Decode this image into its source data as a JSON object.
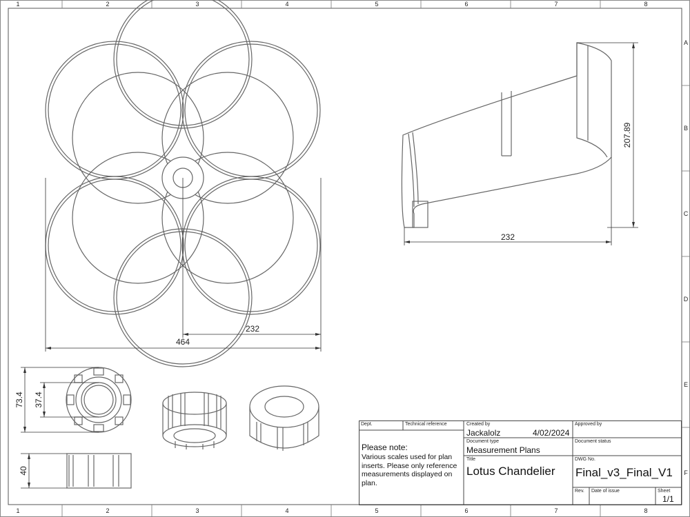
{
  "grid": {
    "columns": [
      "1",
      "2",
      "3",
      "4",
      "5",
      "6",
      "7",
      "8"
    ],
    "rows": [
      "A",
      "B",
      "C",
      "D",
      "E",
      "F"
    ]
  },
  "dimensions": {
    "rosette_overall": "464",
    "rosette_radius": "232",
    "side_width": "232",
    "side_height": "207.89",
    "hub_outer": "73.4",
    "hub_inner": "37.4",
    "hub_height": "40"
  },
  "title_block": {
    "dept_label": "Dept.",
    "tech_ref_label": "Technical reference",
    "created_by_label": "Created by",
    "created_by": "Jackalolz",
    "date": "4/02/2024",
    "approved_by_label": "Approved by",
    "note_title": "Please note:",
    "note_body": "Various scales used for plan inserts. Please only reference measurements displayed on plan.",
    "doc_type_label": "Document type",
    "doc_type": "Measurement Plans",
    "doc_status_label": "Document status",
    "title_label": "Title",
    "title": "Lotus Chandelier",
    "dwg_label": "DWG No.",
    "dwg_no": "Final_v3_Final_V1",
    "rev_label": "Rev.",
    "date_issue_label": "Date of issue",
    "sheet_label": "Sheet",
    "sheet": "1/1"
  },
  "colors": {
    "line": "#555555",
    "background": "#ffffff",
    "text": "#222222"
  }
}
